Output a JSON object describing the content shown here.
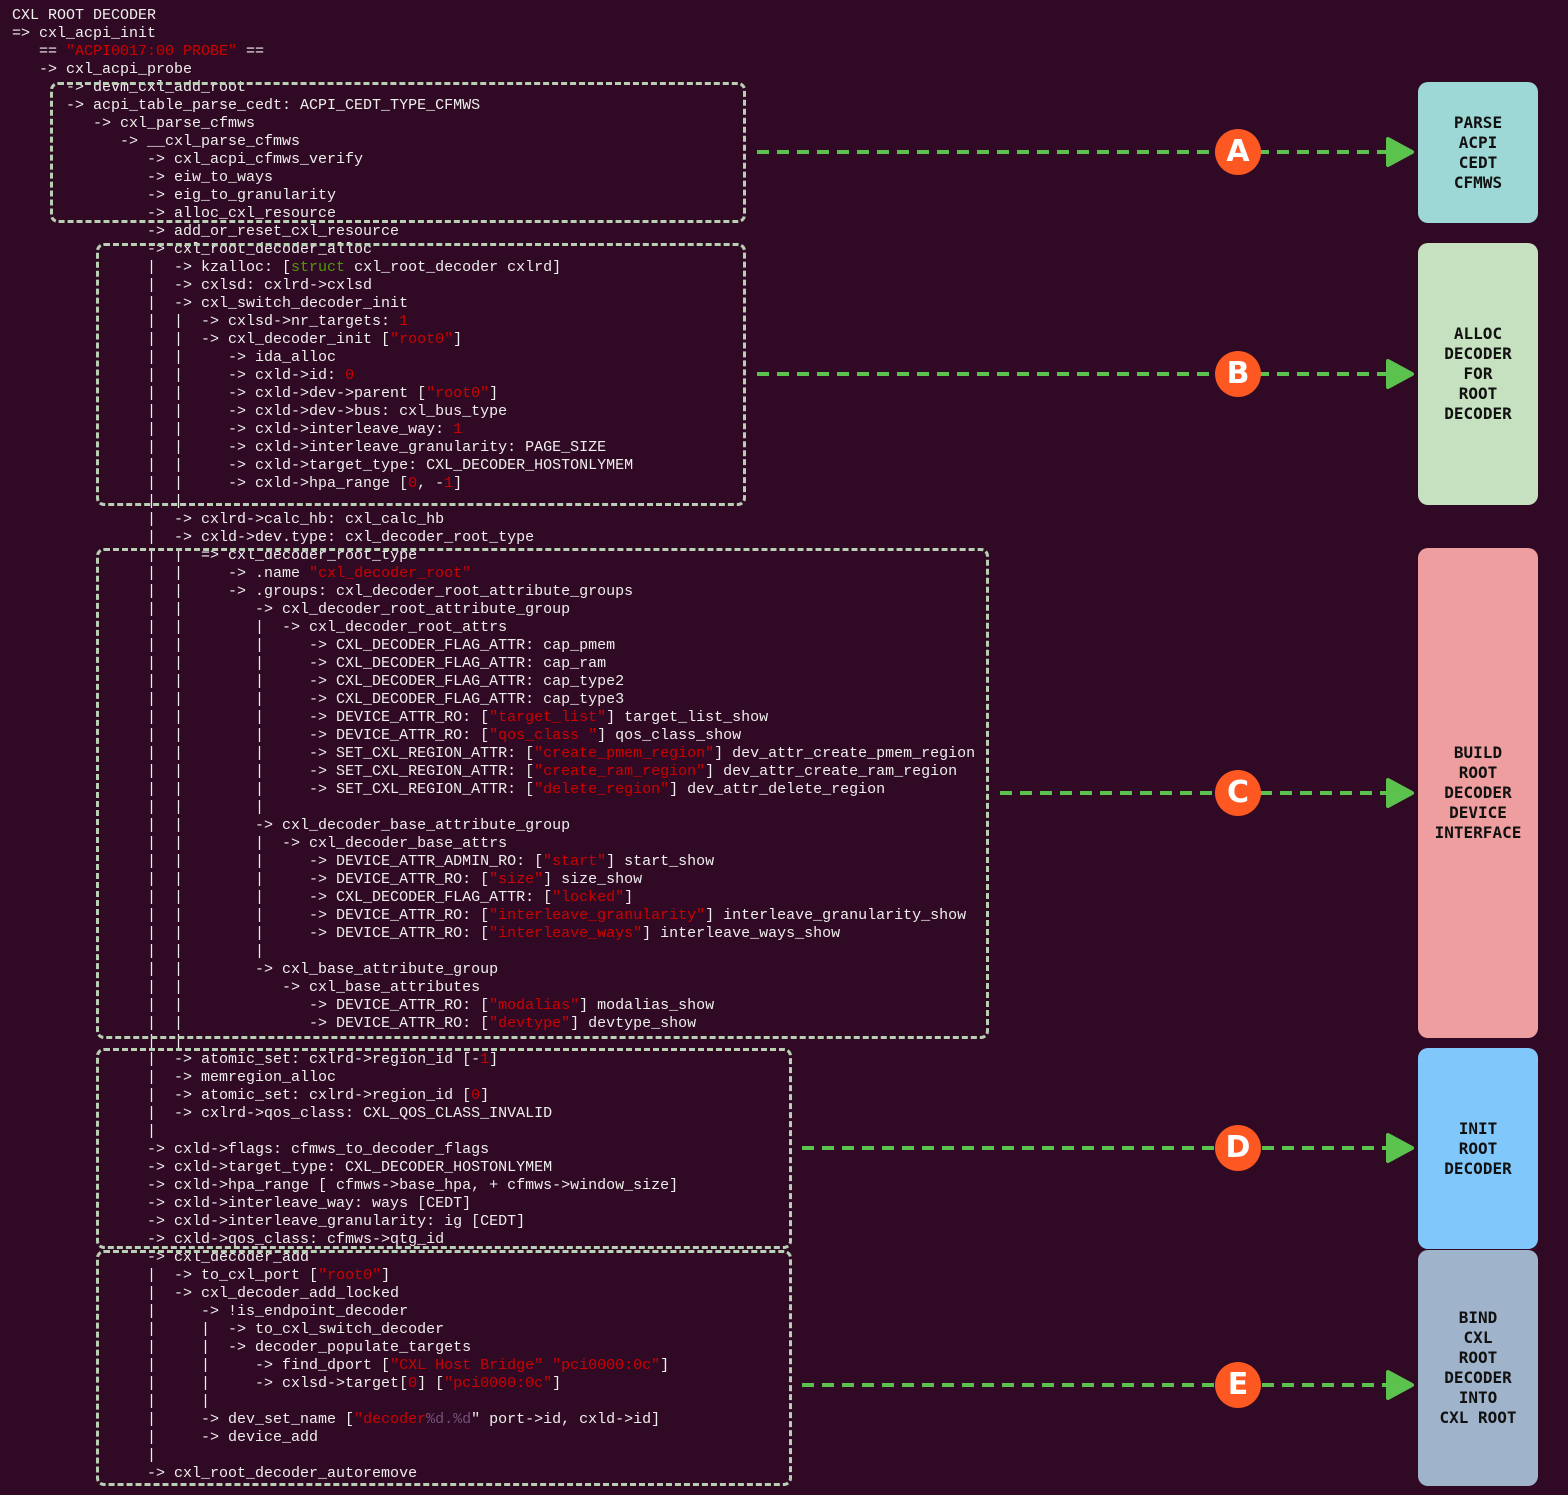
{
  "colors": {
    "background": "#300a24",
    "text": "#eeeeec",
    "string": "#cc0000",
    "keyword": "#4e9a06",
    "format": "#75507b",
    "box_border": "#b9cfb4",
    "arrow": "#5bc24e",
    "badge": "#fd5722"
  },
  "lines": [
    [
      [
        "CXL ROOT DECODER",
        "w"
      ]
    ],
    [
      [
        "=> cxl_acpi_init",
        "w"
      ]
    ],
    [
      [
        "   == ",
        "w"
      ],
      [
        "\"ACPI0017:00 PROBE\"",
        "r"
      ],
      [
        " ==",
        "w"
      ]
    ],
    [
      [
        "   -> cxl_acpi_probe",
        "w"
      ]
    ],
    [
      [
        "      -> devm_cxl_add_root",
        "w"
      ]
    ],
    [
      [
        "      -> acpi_table_parse_cedt: ACPI_CEDT_TYPE_CFMWS",
        "w"
      ]
    ],
    [
      [
        "         -> cxl_parse_cfmws",
        "w"
      ]
    ],
    [
      [
        "            -> __cxl_parse_cfmws",
        "w"
      ]
    ],
    [
      [
        "               -> cxl_acpi_cfmws_verify",
        "w"
      ]
    ],
    [
      [
        "               -> eiw_to_ways",
        "w"
      ]
    ],
    [
      [
        "               -> eig_to_granularity",
        "w"
      ]
    ],
    [
      [
        "               -> alloc_cxl_resource",
        "w"
      ]
    ],
    [
      [
        "               -> add_or_reset_cxl_resource",
        "w"
      ]
    ],
    [
      [
        "               -> cxl_root_decoder_alloc",
        "w"
      ]
    ],
    [
      [
        "               |  -> kzalloc: [",
        "w"
      ],
      [
        "struct",
        "g"
      ],
      [
        " cxl_root_decoder cxlrd]",
        "w"
      ]
    ],
    [
      [
        "               |  -> cxlsd: cxlrd->cxlsd",
        "w"
      ]
    ],
    [
      [
        "               |  -> cxl_switch_decoder_init",
        "w"
      ]
    ],
    [
      [
        "               |  |  -> cxlsd->nr_targets: ",
        "w"
      ],
      [
        "1",
        "r"
      ]
    ],
    [
      [
        "               |  |  -> cxl_decoder_init [",
        "w"
      ],
      [
        "\"root0\"",
        "r"
      ],
      [
        "]",
        "w"
      ]
    ],
    [
      [
        "               |  |     -> ida_alloc",
        "w"
      ]
    ],
    [
      [
        "               |  |     -> cxld->id: ",
        "w"
      ],
      [
        "0",
        "r"
      ]
    ],
    [
      [
        "               |  |     -> cxld->dev->parent [",
        "w"
      ],
      [
        "\"root0\"",
        "r"
      ],
      [
        "]",
        "w"
      ]
    ],
    [
      [
        "               |  |     -> cxld->dev->bus: cxl_bus_type",
        "w"
      ]
    ],
    [
      [
        "               |  |     -> cxld->interleave_way: ",
        "w"
      ],
      [
        "1",
        "r"
      ]
    ],
    [
      [
        "               |  |     -> cxld->interleave_granularity: PAGE_SIZE",
        "w"
      ]
    ],
    [
      [
        "               |  |     -> cxld->target_type: CXL_DECODER_HOSTONLYMEM",
        "w"
      ]
    ],
    [
      [
        "               |  |     -> cxld->hpa_range [",
        "w"
      ],
      [
        "0",
        "r"
      ],
      [
        ", -",
        "w"
      ],
      [
        "1",
        "r"
      ],
      [
        "]",
        "w"
      ]
    ],
    [
      [
        "               |  |",
        "w"
      ]
    ],
    [
      [
        "               |  -> cxlrd->calc_hb: cxl_calc_hb",
        "w"
      ]
    ],
    [
      [
        "               |  -> cxld->dev.type: cxl_decoder_root_type",
        "w"
      ]
    ],
    [
      [
        "               |  |  => cxl_decoder_root_type",
        "w"
      ]
    ],
    [
      [
        "               |  |     -> .name ",
        "w"
      ],
      [
        "\"cxl_decoder_root\"",
        "r"
      ]
    ],
    [
      [
        "               |  |     -> .groups: cxl_decoder_root_attribute_groups",
        "w"
      ]
    ],
    [
      [
        "               |  |        -> cxl_decoder_root_attribute_group",
        "w"
      ]
    ],
    [
      [
        "               |  |        |  -> cxl_decoder_root_attrs",
        "w"
      ]
    ],
    [
      [
        "               |  |        |     -> CXL_DECODER_FLAG_ATTR: cap_pmem",
        "w"
      ]
    ],
    [
      [
        "               |  |        |     -> CXL_DECODER_FLAG_ATTR: cap_ram",
        "w"
      ]
    ],
    [
      [
        "               |  |        |     -> CXL_DECODER_FLAG_ATTR: cap_type2",
        "w"
      ]
    ],
    [
      [
        "               |  |        |     -> CXL_DECODER_FLAG_ATTR: cap_type3",
        "w"
      ]
    ],
    [
      [
        "               |  |        |     -> DEVICE_ATTR_RO: [",
        "w"
      ],
      [
        "\"target_list\"",
        "r"
      ],
      [
        "] target_list_show",
        "w"
      ]
    ],
    [
      [
        "               |  |        |     -> DEVICE_ATTR_RO: [",
        "w"
      ],
      [
        "\"qos_class \"",
        "r"
      ],
      [
        "] qos_class_show",
        "w"
      ]
    ],
    [
      [
        "               |  |        |     -> SET_CXL_REGION_ATTR: [",
        "w"
      ],
      [
        "\"create_pmem_region\"",
        "r"
      ],
      [
        "] dev_attr_create_pmem_region",
        "w"
      ]
    ],
    [
      [
        "               |  |        |     -> SET_CXL_REGION_ATTR: [",
        "w"
      ],
      [
        "\"create_ram_region\"",
        "r"
      ],
      [
        "] dev_attr_create_ram_region",
        "w"
      ]
    ],
    [
      [
        "               |  |        |     -> SET_CXL_REGION_ATTR: [",
        "w"
      ],
      [
        "\"delete_region\"",
        "r"
      ],
      [
        "] dev_attr_delete_region",
        "w"
      ]
    ],
    [
      [
        "               |  |        |",
        "w"
      ]
    ],
    [
      [
        "               |  |        -> cxl_decoder_base_attribute_group",
        "w"
      ]
    ],
    [
      [
        "               |  |        |  -> cxl_decoder_base_attrs",
        "w"
      ]
    ],
    [
      [
        "               |  |        |     -> DEVICE_ATTR_ADMIN_RO: [",
        "w"
      ],
      [
        "\"start\"",
        "r"
      ],
      [
        "] start_show",
        "w"
      ]
    ],
    [
      [
        "               |  |        |     -> DEVICE_ATTR_RO: [",
        "w"
      ],
      [
        "\"size\"",
        "r"
      ],
      [
        "] size_show",
        "w"
      ]
    ],
    [
      [
        "               |  |        |     -> CXL_DECODER_FLAG_ATTR: [",
        "w"
      ],
      [
        "\"locked\"",
        "r"
      ],
      [
        "]",
        "w"
      ]
    ],
    [
      [
        "               |  |        |     -> DEVICE_ATTR_RO: [",
        "w"
      ],
      [
        "\"interleave_granularity\"",
        "r"
      ],
      [
        "] interleave_granularity_show",
        "w"
      ]
    ],
    [
      [
        "               |  |        |     -> DEVICE_ATTR_RO: [",
        "w"
      ],
      [
        "\"interleave_ways\"",
        "r"
      ],
      [
        "] interleave_ways_show",
        "w"
      ]
    ],
    [
      [
        "               |  |        |",
        "w"
      ]
    ],
    [
      [
        "               |  |        -> cxl_base_attribute_group",
        "w"
      ]
    ],
    [
      [
        "               |  |           -> cxl_base_attributes",
        "w"
      ]
    ],
    [
      [
        "               |  |              -> DEVICE_ATTR_RO: [",
        "w"
      ],
      [
        "\"modalias\"",
        "r"
      ],
      [
        "] modalias_show",
        "w"
      ]
    ],
    [
      [
        "               |  |              -> DEVICE_ATTR_RO: [",
        "w"
      ],
      [
        "\"devtype\"",
        "r"
      ],
      [
        "] devtype_show",
        "w"
      ]
    ],
    [
      [
        "               |  |",
        "w"
      ]
    ],
    [
      [
        "               |  -> atomic_set: cxlrd->region_id [-",
        "w"
      ],
      [
        "1",
        "r"
      ],
      [
        "]",
        "w"
      ]
    ],
    [
      [
        "               |  -> memregion_alloc",
        "w"
      ]
    ],
    [
      [
        "               |  -> atomic_set: cxlrd->region_id [",
        "w"
      ],
      [
        "0",
        "r"
      ],
      [
        "]",
        "w"
      ]
    ],
    [
      [
        "               |  -> cxlrd->qos_class: CXL_QOS_CLASS_INVALID",
        "w"
      ]
    ],
    [
      [
        "               |",
        "w"
      ]
    ],
    [
      [
        "               -> cxld->flags: cfmws_to_decoder_flags",
        "w"
      ]
    ],
    [
      [
        "               -> cxld->target_type: CXL_DECODER_HOSTONLYMEM",
        "w"
      ]
    ],
    [
      [
        "               -> cxld->hpa_range [ cfmws->base_hpa, + cfmws->window_size]",
        "w"
      ]
    ],
    [
      [
        "               -> cxld->interleave_way: ways [CEDT]",
        "w"
      ]
    ],
    [
      [
        "               -> cxld->interleave_granularity: ig [CEDT]",
        "w"
      ]
    ],
    [
      [
        "               -> cxld->qos_class: cfmws->qtg_id",
        "w"
      ]
    ],
    [
      [
        "               -> cxl_decoder_add",
        "w"
      ]
    ],
    [
      [
        "               |  -> to_cxl_port [",
        "w"
      ],
      [
        "\"root0\"",
        "r"
      ],
      [
        "]",
        "w"
      ]
    ],
    [
      [
        "               |  -> cxl_decoder_add_locked",
        "w"
      ]
    ],
    [
      [
        "               |     -> !is_endpoint_decoder",
        "w"
      ]
    ],
    [
      [
        "               |     |  -> to_cxl_switch_decoder",
        "w"
      ]
    ],
    [
      [
        "               |     |  -> decoder_populate_targets",
        "w"
      ]
    ],
    [
      [
        "               |     |     -> find_dport [",
        "w"
      ],
      [
        "\"CXL Host Bridge\" \"pci0000:0c\"",
        "r"
      ],
      [
        "]",
        "w"
      ]
    ],
    [
      [
        "               |     |     -> cxlsd->target[",
        "w"
      ],
      [
        "0",
        "r"
      ],
      [
        "] [",
        "w"
      ],
      [
        "\"pci0000:0c\"",
        "r"
      ],
      [
        "]",
        "w"
      ]
    ],
    [
      [
        "               |     |",
        "w"
      ]
    ],
    [
      [
        "               |     -> dev_set_name [",
        "w"
      ],
      [
        "\"decoder",
        "r"
      ],
      [
        "%d.%d",
        "p"
      ],
      [
        "\"",
        "w"
      ],
      [
        " port->id, cxld->id]",
        "w"
      ]
    ],
    [
      [
        "               |     -> device_add",
        "w"
      ]
    ],
    [
      [
        "               |",
        "w"
      ]
    ],
    [
      [
        "               -> cxl_root_decoder_autoremove",
        "w"
      ]
    ]
  ],
  "steps": [
    {
      "badge": "A",
      "label": "PARSE\nACPI\nCEDT\nCFMWS",
      "color": "#9dd8d6"
    },
    {
      "badge": "B",
      "label": "ALLOC\nDECODER\nFOR\nROOT\nDECODER",
      "color": "#c5e1c0"
    },
    {
      "badge": "C",
      "label": "BUILD\nROOT\nDECODER\nDEVICE\nINTERFACE",
      "color": "#ee9e9e"
    },
    {
      "badge": "D",
      "label": "INIT\nROOT\nDECODER",
      "color": "#80c8fc"
    },
    {
      "badge": "E",
      "label": "BIND\nCXL\nROOT\nDECODER\nINTO\nCXL ROOT",
      "color": "#9fb3cb"
    }
  ]
}
